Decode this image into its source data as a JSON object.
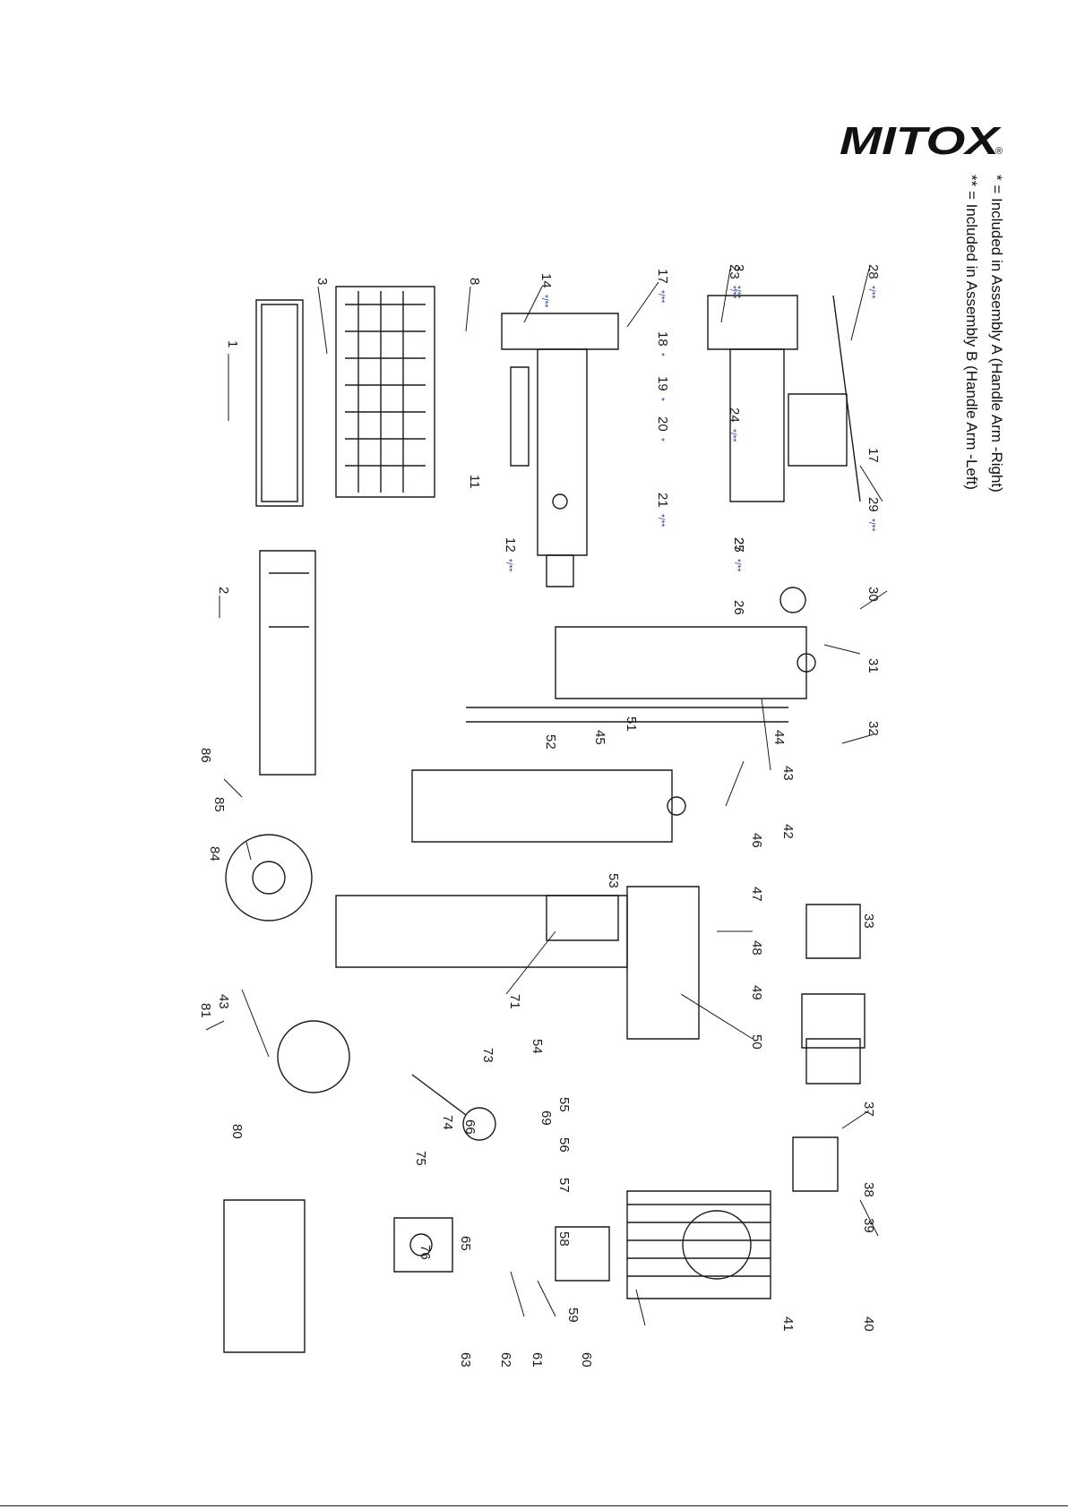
{
  "brand": {
    "name": "MITOX",
    "registered": "®"
  },
  "notes": [
    "* = Included in Assembly A (Handle Arm -Right)",
    "** = Included in Assembly B (Handle Arm -Left)"
  ],
  "callouts": [
    {
      "num": "1"
    },
    {
      "num": "2"
    },
    {
      "num": "3"
    },
    {
      "num": "3",
      "mark": "*/**"
    },
    {
      "num": "8"
    },
    {
      "num": "11"
    },
    {
      "num": "12",
      "mark": "*/**"
    },
    {
      "num": "14",
      "mark": "*/**"
    },
    {
      "num": "17",
      "mark": "*/**"
    },
    {
      "num": "17"
    },
    {
      "num": "18",
      "mark": "*"
    },
    {
      "num": "19",
      "mark": "*"
    },
    {
      "num": "20",
      "mark": "*"
    },
    {
      "num": "21",
      "mark": "*/**"
    },
    {
      "num": "23",
      "mark": "*/**"
    },
    {
      "num": "24",
      "mark": "*/**"
    },
    {
      "num": "25",
      "mark": "*/**"
    },
    {
      "num": "26"
    },
    {
      "num": "27"
    },
    {
      "num": "28",
      "mark": "*/**"
    },
    {
      "num": "29",
      "mark": "*/**"
    },
    {
      "num": "30"
    },
    {
      "num": "31"
    },
    {
      "num": "32"
    },
    {
      "num": "33"
    },
    {
      "num": "37"
    },
    {
      "num": "38"
    },
    {
      "num": "39"
    },
    {
      "num": "40"
    },
    {
      "num": "41"
    },
    {
      "num": "42"
    },
    {
      "num": "43"
    },
    {
      "num": "43"
    },
    {
      "num": "44"
    },
    {
      "num": "45"
    },
    {
      "num": "46"
    },
    {
      "num": "47"
    },
    {
      "num": "48"
    },
    {
      "num": "49"
    },
    {
      "num": "50"
    },
    {
      "num": "51"
    },
    {
      "num": "52"
    },
    {
      "num": "53"
    },
    {
      "num": "54"
    },
    {
      "num": "55"
    },
    {
      "num": "56"
    },
    {
      "num": "57"
    },
    {
      "num": "58"
    },
    {
      "num": "59"
    },
    {
      "num": "60"
    },
    {
      "num": "61"
    },
    {
      "num": "62"
    },
    {
      "num": "63"
    },
    {
      "num": "65"
    },
    {
      "num": "66"
    },
    {
      "num": "69"
    },
    {
      "num": "71"
    },
    {
      "num": "73"
    },
    {
      "num": "74"
    },
    {
      "num": "75"
    },
    {
      "num": "76"
    },
    {
      "num": "80"
    },
    {
      "num": "81"
    },
    {
      "num": "84"
    },
    {
      "num": "85"
    },
    {
      "num": "86"
    }
  ],
  "colors": {
    "ink": "#1a1a1a",
    "mark": "#2a3f8f",
    "paper": "#ffffff"
  }
}
